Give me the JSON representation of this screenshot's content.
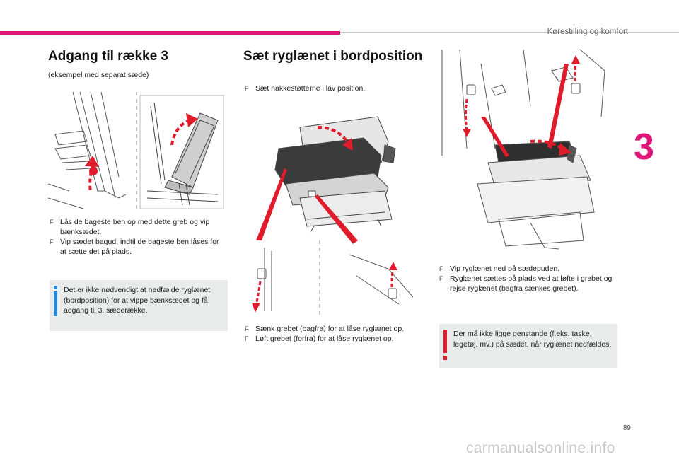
{
  "header": {
    "chapter_title": "Kørestilling og komfort",
    "chapter_number": "3",
    "accent_color": "#e0157a"
  },
  "col1": {
    "heading": "Adgang til række 3",
    "subtitle": "(eksempel med separat sæde)",
    "bullets": [
      {
        "marker": "F",
        "text": "Lås de bageste ben op med dette greb og vip bænksædet."
      },
      {
        "marker": "F",
        "text": "Vip sædet bagud, indtil de bageste ben låses for at sætte det på plads."
      }
    ],
    "note": {
      "icon": "info-icon",
      "text": "Det er ikke nødvendigt at nedfælde ryglænet (bordposition) for at vippe bænksædet og få adgang til 3. sæderække."
    }
  },
  "col2": {
    "heading": "Sæt ryglænet i bordposition",
    "intro_bullet": {
      "marker": "F",
      "text": "Sæt nakkestøtterne i lav position."
    },
    "bullets": [
      {
        "marker": "F",
        "text": "Sænk grebet (bagfra) for at låse ryglænet op."
      },
      {
        "marker": "F",
        "text": "Løft grebet (forfra) for at låse ryglænet op."
      }
    ]
  },
  "col3": {
    "bullets": [
      {
        "marker": "F",
        "text": "Vip ryglænet ned på sædepuden."
      },
      {
        "marker": "F",
        "text": "Ryglænet sættes på plads ved at løfte i grebet og rejse ryglænet (bagfra sænkes grebet)."
      }
    ],
    "warning": {
      "icon": "warning-icon",
      "text": "Der må ikke ligge genstande (f.eks. taske, legetøj, mv.) på sædet, når ryglænet nedfældes."
    }
  },
  "footer": {
    "page_number": "89",
    "watermark": "carmanualsonline.info"
  }
}
